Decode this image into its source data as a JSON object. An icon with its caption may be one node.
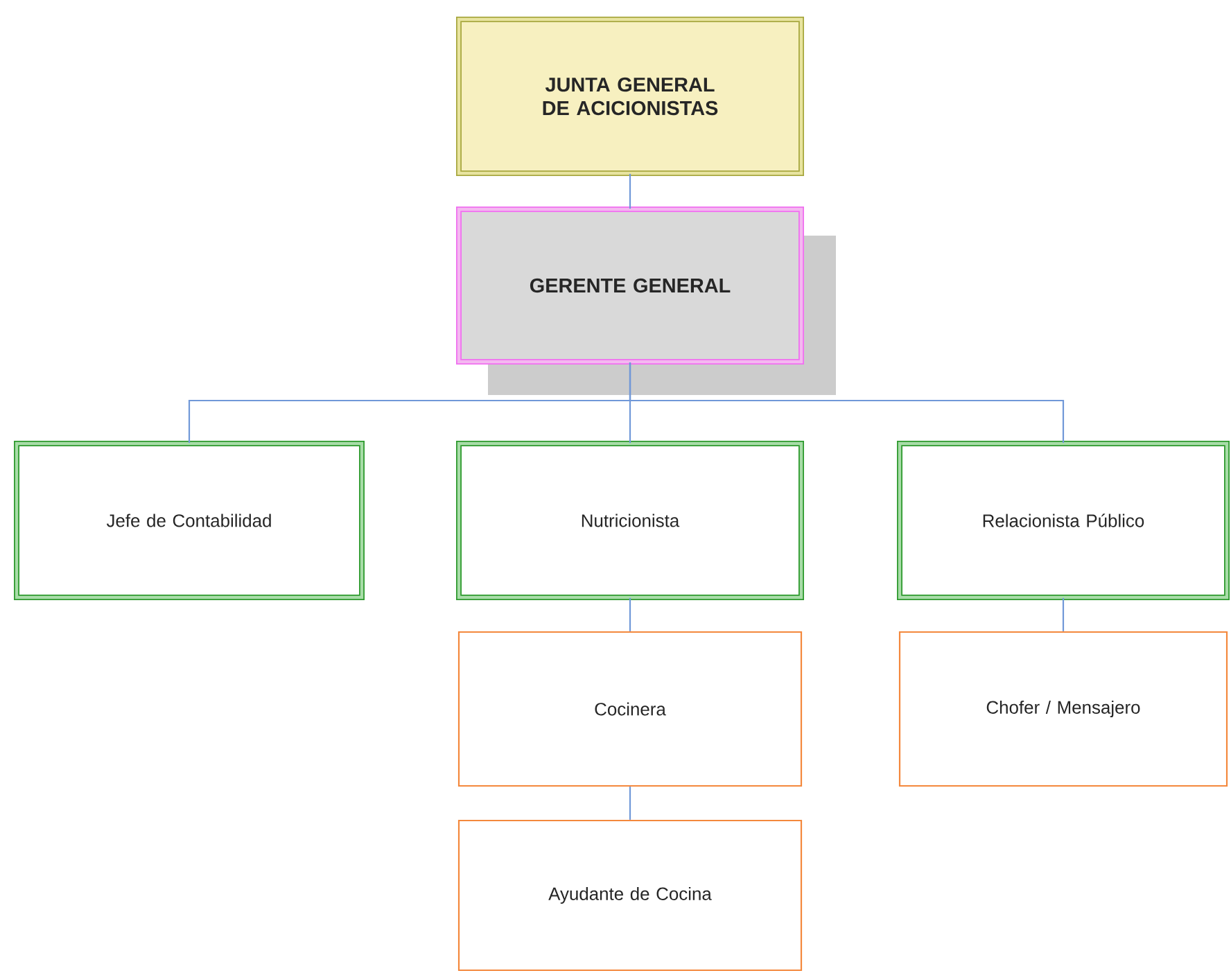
{
  "diagram": {
    "nodes": [
      {
        "text": [
          "JUNTA GENERAL DE ACICIONISTAS"
        ]
      },
      {
        "text": [
          "GERENTE GENERAL"
        ]
      },
      {
        "text": [
          "Jefe de Contabilidad"
        ]
      },
      {
        "text": [
          "Nutricionista"
        ]
      },
      {
        "text": [
          "Relacionista Público"
        ]
      },
      {
        "text": [
          "Cocinera"
        ]
      },
      {
        "text": [
          "Chofer / Mensajero"
        ]
      },
      {
        "text": [
          "Ayudante de Cocina"
        ]
      }
    ],
    "edges": [
      {
        "from": 0,
        "to": 1,
        "arrow": "none"
      },
      {
        "from": 1,
        "to": 2,
        "arrow": "none"
      },
      {
        "from": 1,
        "to": 3,
        "arrow": "none"
      },
      {
        "from": 1,
        "to": 4,
        "arrow": "none"
      },
      {
        "from": 3,
        "to": 5,
        "arrow": "none"
      },
      {
        "from": 5,
        "to": 7,
        "arrow": "none"
      },
      {
        "from": 4,
        "to": 6,
        "arrow": "none"
      }
    ]
  }
}
